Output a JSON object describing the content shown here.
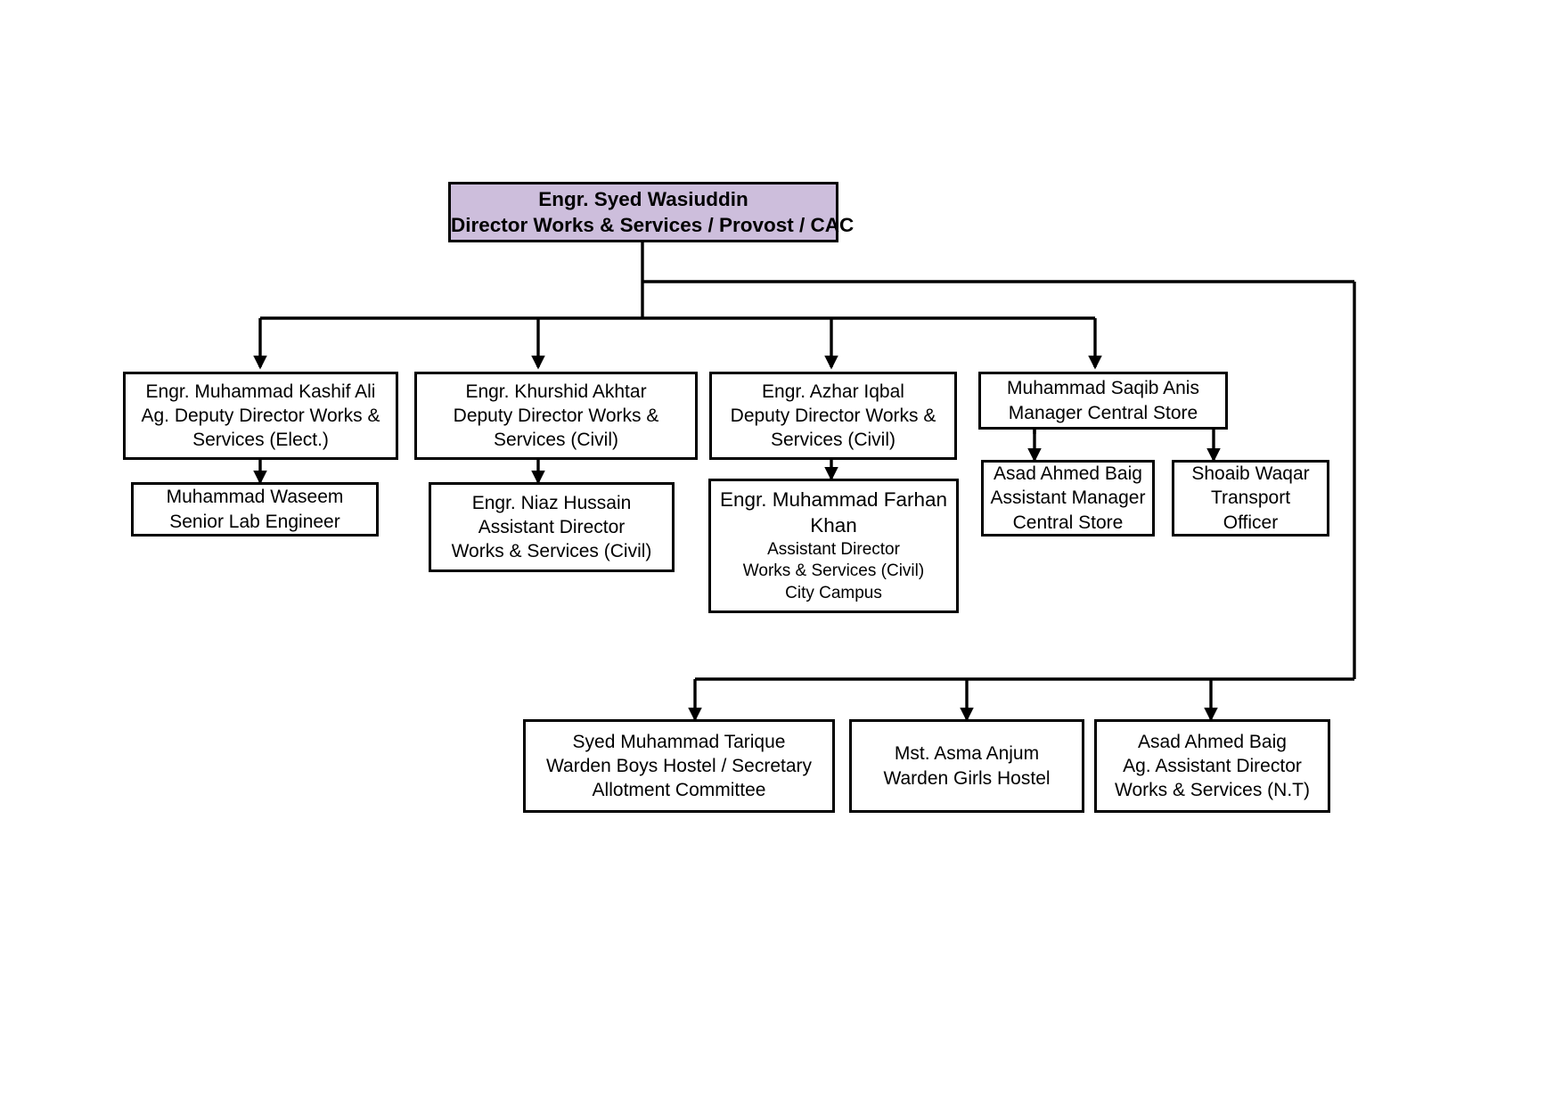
{
  "chart_data": {
    "type": "diagram",
    "title": "Works & Services Department Organizational Chart",
    "orientation": "top-down",
    "node_count": 13,
    "connector_style": "orthogonal-elbow-with-arrowheads"
  },
  "theme": {
    "root_fill": "#CDBEDC",
    "node_fill": "#FFFFFF",
    "border_color": "#000000",
    "text_color": "#000000",
    "page_background": "#FFFFFF"
  },
  "nodes": {
    "root": {
      "id": "root",
      "lines": [
        "Engr. Syed Wasiuddin",
        "Director Works & Services / Provost / CAC"
      ]
    },
    "kashif_ali": {
      "id": "kashif-ali",
      "lines": [
        "Engr. Muhammad Kashif Ali",
        "Ag. Deputy Director Works &",
        "Services (Elect.)"
      ]
    },
    "waseem": {
      "id": "muhammad-waseem",
      "lines": [
        "Muhammad Waseem",
        "Senior Lab Engineer"
      ]
    },
    "khurshid_akhtar": {
      "id": "khurshid-akhtar",
      "lines": [
        "Engr. Khurshid Akhtar",
        "Deputy Director Works &",
        "Services (Civil)"
      ]
    },
    "niaz_hussain": {
      "id": "niaz-hussain",
      "lines": [
        "Engr. Niaz Hussain",
        "Assistant Director",
        "Works & Services (Civil)"
      ]
    },
    "azhar_iqbal": {
      "id": "azhar-iqbal",
      "lines": [
        "Engr. Azhar Iqbal",
        "Deputy Director Works &",
        "Services (Civil)"
      ]
    },
    "farhan_khan": {
      "id": "farhan-khan",
      "lines_large": [
        "Engr. Muhammad Farhan",
        "Khan"
      ],
      "lines_small": [
        "Assistant Director",
        "Works & Services (Civil)",
        "City Campus"
      ]
    },
    "saqib_anis": {
      "id": "saqib-anis",
      "lines": [
        "Muhammad Saqib Anis",
        "Manager Central Store"
      ]
    },
    "asad_baig_store": {
      "id": "asad-ahmed-baig-central-store",
      "lines": [
        "Asad Ahmed Baig",
        "Assistant Manager",
        "Central Store"
      ]
    },
    "shoaib_waqar": {
      "id": "shoaib-waqar",
      "lines": [
        "Shoaib Waqar",
        "Transport",
        "Officer"
      ]
    },
    "tarique": {
      "id": "syed-muhammad-tarique",
      "lines": [
        "Syed Muhammad Tarique",
        "Warden Boys Hostel / Secretary",
        "Allotment Committee"
      ]
    },
    "asma_anjum": {
      "id": "mst-asma-anjum",
      "lines": [
        "Mst. Asma Anjum",
        "Warden Girls Hostel"
      ]
    },
    "asad_baig_nt": {
      "id": "asad-ahmed-baig-nt",
      "lines": [
        "Asad Ahmed Baig",
        "Ag. Assistant Director",
        "Works & Services (N.T)"
      ]
    }
  }
}
